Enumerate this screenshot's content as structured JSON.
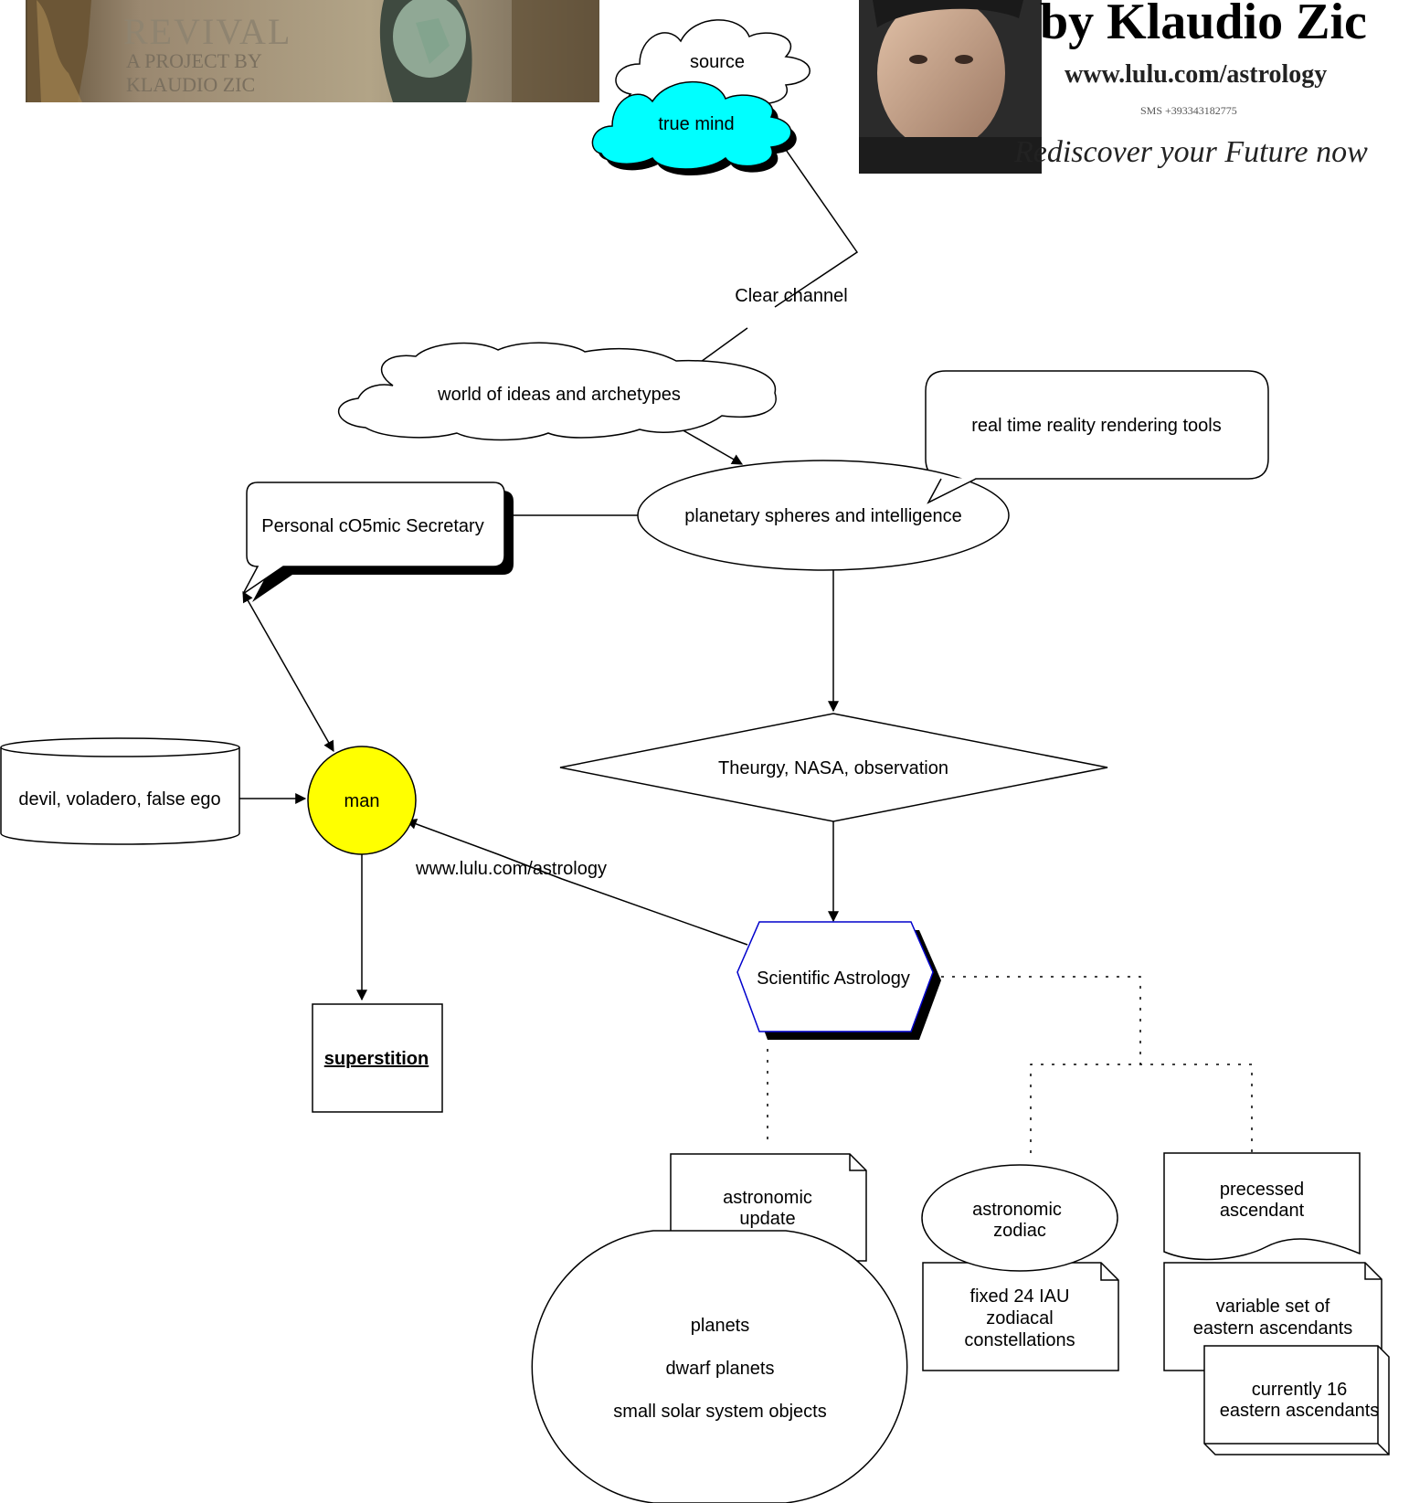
{
  "banner_left": {
    "line1": "REVIVAL",
    "line2": "A PROJECT BY",
    "line3": "KLAUDIO ZIC"
  },
  "banner_right": {
    "title": "by Klaudio Zic",
    "url": "www.lulu.com/astrology",
    "sms": "SMS +393343182775",
    "tagline": "Rediscover your Future now"
  },
  "nodes": {
    "source": "source",
    "true_mind": "true mind",
    "clear_channel": "Clear channel",
    "world_of_ideas": "world of ideas and archetypes",
    "rendering_tools": "real time reality rendering tools",
    "planetary_spheres": "planetary spheres and intelligence",
    "secretary": "Personal cO5mic Secretary",
    "devil": "devil, voladero, false ego",
    "man": "man",
    "theurgy": "Theurgy, NASA, observation",
    "link_label": "www.lulu.com/astrology",
    "scientific_astrology": "Scientific Astrology",
    "superstition": "superstition",
    "astronomic_update": [
      "astronomic",
      "update"
    ],
    "planets": [
      "planets",
      "dwarf planets",
      "small solar system objects"
    ],
    "astronomic_zodiac": [
      "astronomic",
      "zodiac"
    ],
    "iau": [
      "fixed 24 IAU",
      "zodiacal",
      "constellations"
    ],
    "precessed": [
      "precessed",
      "ascendant"
    ],
    "variable_set": [
      "variable set of",
      "eastern ascendants"
    ],
    "currently": [
      "currently 16",
      "eastern ascendants"
    ]
  },
  "colors": {
    "true_mind_fill": "#00ffff",
    "man_fill": "#ffff00",
    "link_label": "#800040",
    "hexagon_stroke": "#0000cc"
  }
}
